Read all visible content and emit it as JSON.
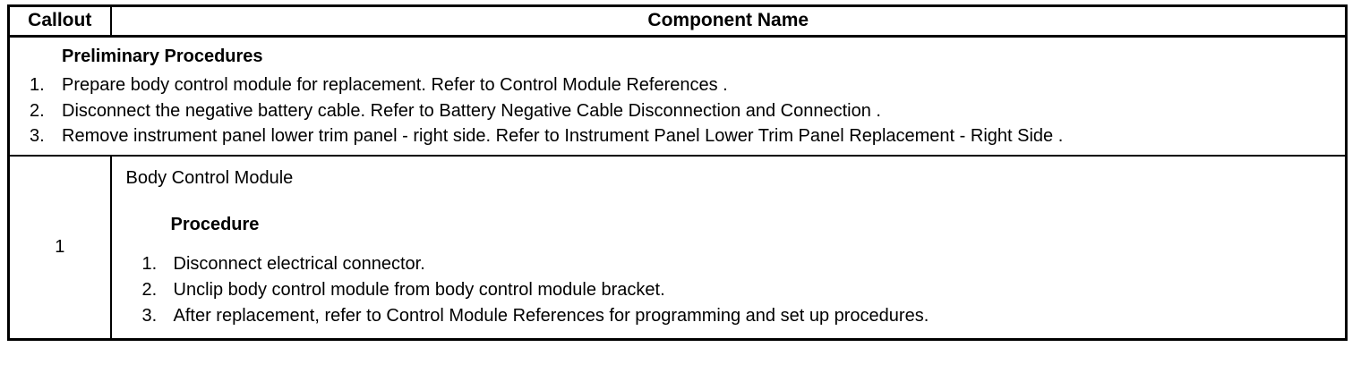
{
  "table": {
    "columns": [
      {
        "key": "callout",
        "label": "Callout"
      },
      {
        "key": "component",
        "label": "Component Name"
      }
    ],
    "preliminary": {
      "heading": "Preliminary Procedures",
      "items": [
        {
          "num": "1.",
          "text": "Prepare body control module for replacement. Refer to Control Module References ."
        },
        {
          "num": "2.",
          "text": "Disconnect the negative battery cable. Refer to Battery Negative Cable Disconnection and Connection ."
        },
        {
          "num": "3.",
          "text": "Remove instrument panel lower trim panel - right side. Refer to Instrument Panel Lower Trim Panel Replacement - Right Side ."
        }
      ]
    },
    "rows": [
      {
        "callout": "1",
        "component_title": "Body Control Module",
        "procedure_heading": "Procedure",
        "procedure_items": [
          {
            "num": "1.",
            "text": "Disconnect electrical connector."
          },
          {
            "num": "2.",
            "text": "Unclip body control module from body control module bracket."
          },
          {
            "num": "3.",
            "text": "After replacement, refer to Control Module References for programming and set up procedures."
          }
        ]
      }
    ]
  },
  "colors": {
    "border": "#000000",
    "text": "#000000",
    "background": "#ffffff"
  }
}
